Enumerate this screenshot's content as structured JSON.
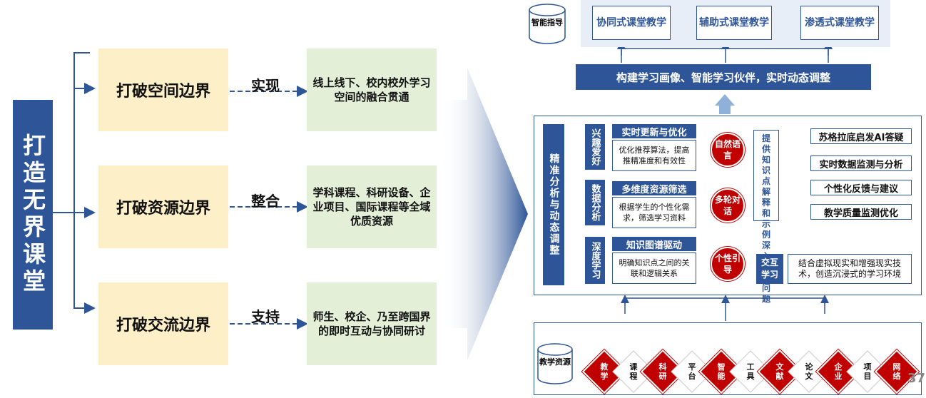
{
  "left": {
    "main_title": "打造无界课堂",
    "rows": [
      {
        "boundary": "打破空间边界",
        "verb": "实现",
        "result": "线上线下、校内校外学习空间的融合贯通"
      },
      {
        "boundary": "打破资源边界",
        "verb": "整合",
        "result": "学科课程、科研设备、企业项目、国际课程等全域优质资源"
      },
      {
        "boundary": "打破交流边界",
        "verb": "支持",
        "result": "师生、校企、乃至跨国界的即时互动与协同研讨"
      }
    ]
  },
  "right": {
    "db_top": "智能指导",
    "modes": [
      "协同式课堂教学",
      "辅助式课堂教学",
      "渗透式课堂教学"
    ],
    "banner": "构建学习画像、智能学习伙伴，实时动态调整",
    "side_label": "精准分析与动态调整",
    "analysis": [
      {
        "tag": "兴趣爱好",
        "title": "实时更新与优化",
        "desc": "优化推荐算法，提高推精准度和有效性"
      },
      {
        "tag": "数据分析",
        "title": "多维度资源筛选",
        "desc": "根据学生的个性化需求，筛选学习资料"
      },
      {
        "tag": "深度学习",
        "title": "知识图谱驱动",
        "desc": "明确知识点之间的关联和逻辑关系"
      }
    ],
    "circles": [
      "自然语言",
      "多轮对话",
      "个性引导"
    ],
    "provide": "提供知识点解释和示例深入理解问题",
    "features": [
      "苏格拉底启发AI答疑",
      "实时数据监测与分析",
      "个性化反馈与建议",
      "教学质量监测优化"
    ],
    "interact_tag": "交互学习",
    "interact_text": "结合虚拟现实和增强现实技术，创造沉浸式的学习环境",
    "db_bottom": "教学资源",
    "resources": [
      "教学",
      "课程",
      "科研",
      "平台",
      "智能",
      "工具",
      "文献",
      "论文",
      "企业",
      "项目",
      "网络"
    ],
    "colors": {
      "red": "#c00000",
      "blue": "#2e5597"
    }
  },
  "page_number": "37"
}
